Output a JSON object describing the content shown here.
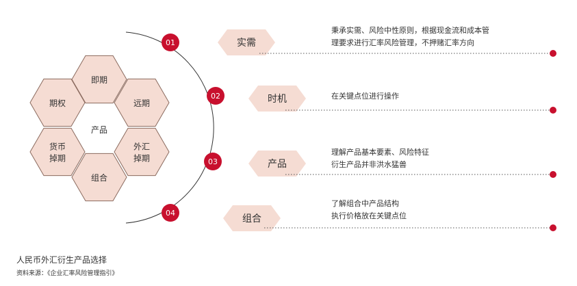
{
  "hexagons": [
    {
      "label": "即期",
      "fill": "#f5dcd3"
    },
    {
      "label": "远期",
      "fill": "#f5dcd3"
    },
    {
      "label": "外汇\n掉期",
      "fill": "#f5dcd3"
    },
    {
      "label": "组合",
      "fill": "#f5dcd3"
    },
    {
      "label": "货币\n掉期",
      "fill": "#f5dcd3"
    },
    {
      "label": "期权",
      "fill": "#f5dcd3"
    }
  ],
  "center_label": "产品",
  "steps": [
    {
      "number": "01",
      "title": "实需",
      "description": [
        "秉承实需、风险中性原则，根据现金流和成本管",
        "理要求进行汇率风险管理，不押赌汇率方向"
      ]
    },
    {
      "number": "02",
      "title": "时机",
      "description": [
        "在关键点位进行操作"
      ]
    },
    {
      "number": "03",
      "title": "产品",
      "description": [
        "理解产品基本要素、风险特征",
        "衍生产品并非洪水猛兽"
      ]
    },
    {
      "number": "04",
      "title": "组合",
      "description": [
        "了解组合中产品结构",
        "执行价格放在关键点位"
      ]
    }
  ],
  "caption": "人民币外汇衍生产品选择",
  "source": "资料来源：《企业汇率风险管理指引》",
  "colors": {
    "accent_red": "#c8102e",
    "hex_fill": "#f5dcd3",
    "hex_stroke": "#8a6a5e",
    "label_bg": "#f5dcd3",
    "arc": "#333333"
  }
}
